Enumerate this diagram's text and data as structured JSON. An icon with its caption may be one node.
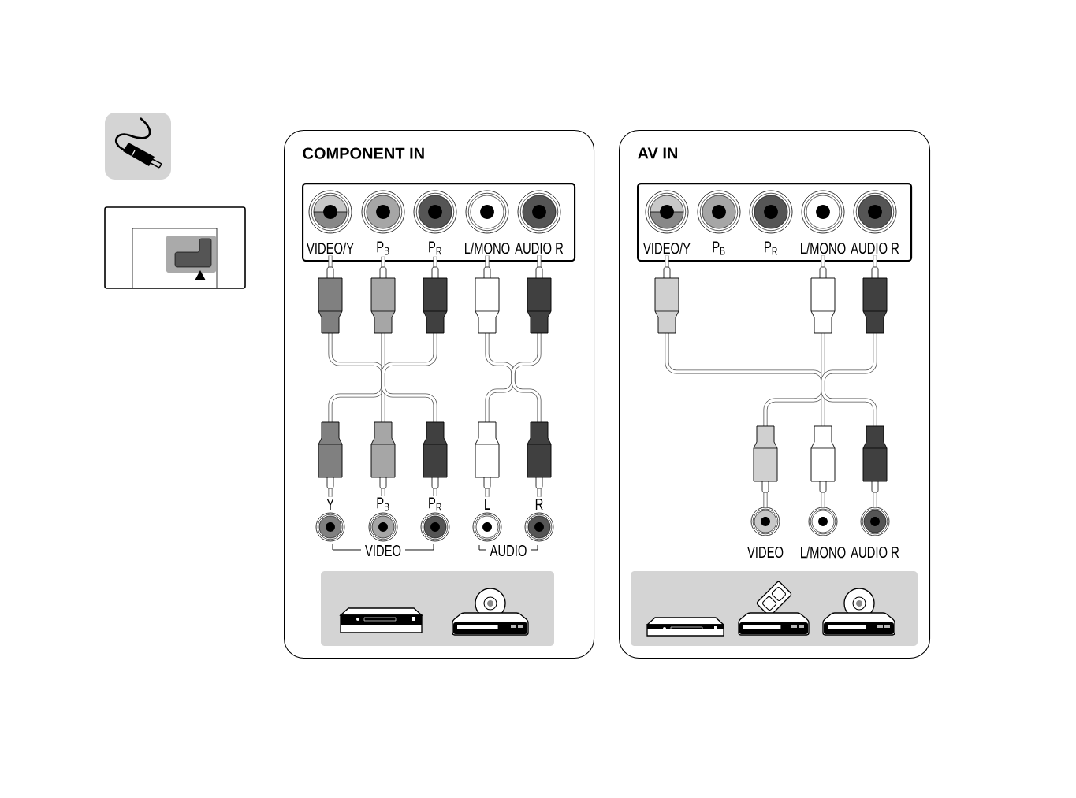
{
  "diagram": {
    "nodes": [
      {
        "text": [
          "COMPONENT IN"
        ]
      },
      {
        "text": [],
        "shape": "box",
        "in": 0
      },
      {
        "text": [
          "VIDEO/Y"
        ],
        "in": 1
      },
      {
        "text": [
          "P$_{B}$"
        ],
        "in": 1
      },
      {
        "text": [
          "P$_{R}$"
        ],
        "in": 1
      },
      {
        "text": [
          "L/MONO"
        ],
        "in": 1
      },
      {
        "text": [
          "AUDIO R"
        ],
        "in": 1
      },
      {
        "text": [
          "Y"
        ],
        "in": 0
      },
      {
        "text": [
          "P$_{B}$"
        ],
        "in": 0
      },
      {
        "text": [
          "P$_{R}$"
        ],
        "in": 0
      },
      {
        "text": [
          "L"
        ],
        "in": 0
      },
      {
        "text": [
          "R"
        ],
        "in": 0
      },
      {
        "text": [
          "AV IN"
        ]
      },
      {
        "text": [],
        "shape": "box",
        "in": 12
      },
      {
        "text": [
          "VIDEO/Y"
        ],
        "in": 13
      },
      {
        "text": [
          "P$_{B}$"
        ],
        "in": 13
      },
      {
        "text": [
          "P$_{R}$"
        ],
        "in": 13
      },
      {
        "text": [
          "L/MONO"
        ],
        "in": 13
      },
      {
        "text": [
          "AUDIO R"
        ],
        "in": 13
      },
      {
        "text": [
          "VIDEO"
        ],
        "in": 12
      },
      {
        "text": [
          "L/MONO"
        ],
        "in": 12
      },
      {
        "text": [
          "AUDIO R"
        ],
        "in": 12
      }
    ],
    "edges": [
      {
        "from": 2,
        "to": 7,
        "arrow": "none"
      },
      {
        "from": 3,
        "to": 8,
        "arrow": "none"
      },
      {
        "from": 4,
        "to": 9,
        "arrow": "none"
      },
      {
        "from": 5,
        "to": 10,
        "arrow": "none"
      },
      {
        "from": 6,
        "to": 11,
        "arrow": "none"
      },
      {
        "from": 14,
        "to": 19,
        "arrow": "none"
      },
      {
        "from": 17,
        "to": 20,
        "arrow": "none"
      },
      {
        "from": 18,
        "to": 21,
        "arrow": "none"
      }
    ],
    "labels": [
      "VIDEO",
      "AUDIO"
    ]
  }
}
